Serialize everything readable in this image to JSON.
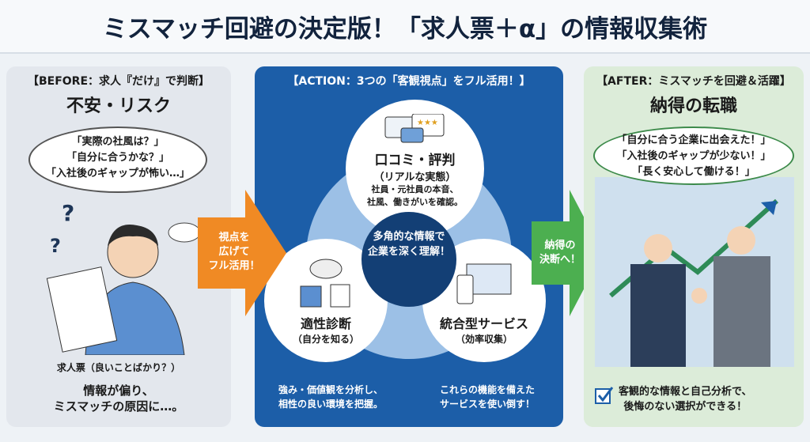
{
  "title": "ミスマッチ回避の決定版！「求人票＋α」の情報収集術",
  "before": {
    "tag": "【BEFORE：求人『だけ』で判断】",
    "heading": "不安・リスク",
    "thoughts": [
      "「実際の社風は？」",
      "「自分に合うかな？」",
      "「入社後のギャップが怖い…」"
    ],
    "paper_caption": "求人票（良いことばかり？）",
    "conclusion": [
      "情報が偏り、",
      "ミスマッチの原因に…。"
    ]
  },
  "arrow1": [
    "視点を",
    "広げて",
    "フル活用！"
  ],
  "action": {
    "tag": "【ACTION：3つの「客観視点」をフル活用！】",
    "center": [
      "多角的な情報で",
      "企業を深く理解！"
    ],
    "reviews": {
      "title": "口コミ・評判",
      "sub": "（リアルな実態）",
      "desc": [
        "社員・元社員の本音、",
        "社風、働きがいを確認。"
      ]
    },
    "aptitude": {
      "title": "適性診断",
      "sub": "（自分を知る）",
      "caption": [
        "強み・価値観を分析し、",
        "相性の良い環境を把握。"
      ]
    },
    "service": {
      "title": "統合型サービス",
      "sub": "（効率収集）",
      "caption": [
        "これらの機能を備えた",
        "サービスを使い倒す！"
      ]
    }
  },
  "arrow2": [
    "納得の",
    "決断へ！"
  ],
  "after": {
    "tag": "【AFTER：ミスマッチを回避＆活躍】",
    "heading": "納得の転職",
    "voices": [
      "「自分に合う企業に出会えた！」",
      "「入社後のギャップが少ない！」",
      "「長く安心して働ける！」"
    ],
    "conclusion": [
      "客観的な情報と自己分析で、",
      "後悔のない選択ができる！"
    ]
  },
  "colors": {
    "blue": "#1c5ea8",
    "orange": "#f08a24",
    "green": "#4caf50"
  }
}
